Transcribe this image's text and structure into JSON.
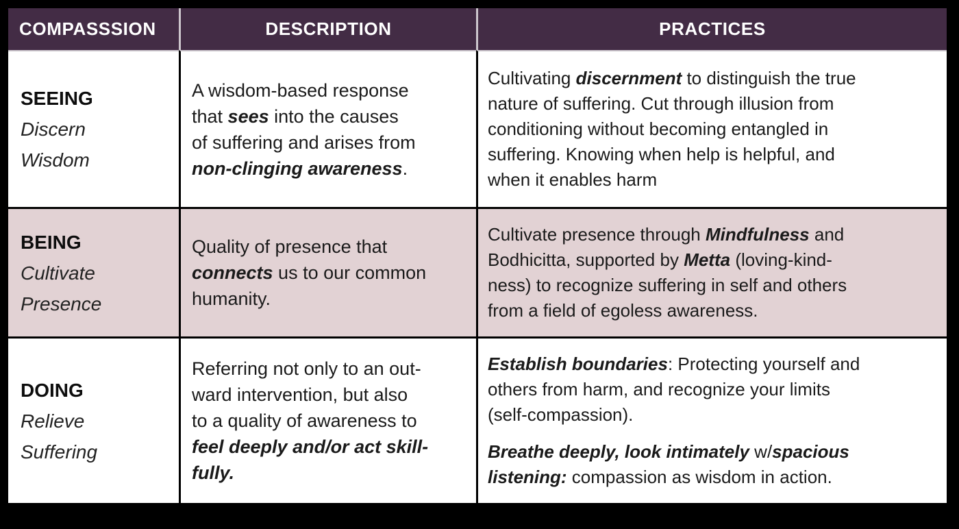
{
  "colors": {
    "page_bg": "#000000",
    "header_bg": "#432c45",
    "header_text": "#ffffff",
    "body_bg": "#ffffff",
    "row_highlight_bg": "#e2d2d4",
    "border_dark": "#000000",
    "border_light": "#cdc6cd",
    "text": "#1a1a1a"
  },
  "table": {
    "headers": [
      "COMPASSSION",
      "DESCRIPTION",
      "PRACTICES"
    ],
    "rows": [
      {
        "name": "SEEING",
        "subtitle": [
          "Discern",
          "Wisdom"
        ],
        "description": [
          {
            "lines": [
              [
                {
                  "t": "A wisdom-based response"
                }
              ],
              [
                {
                  "t": "that "
                },
                {
                  "t": "sees",
                  "em": true
                },
                {
                  "t": " into the causes"
                }
              ],
              [
                {
                  "t": "of suffering and arises from"
                }
              ],
              [
                {
                  "t": "non-clinging awareness",
                  "em": true
                },
                {
                  "t": "."
                }
              ]
            ]
          }
        ],
        "practices": [
          {
            "lines": [
              [
                {
                  "t": "Cultivating "
                },
                {
                  "t": "discernment",
                  "em": true
                },
                {
                  "t": " to distinguish the true"
                }
              ],
              [
                {
                  "t": "nature of suffering. Cut through illusion from"
                }
              ],
              [
                {
                  "t": "conditioning without becoming entangled in"
                }
              ],
              [
                {
                  "t": "suffering. Knowing when help is helpful, and"
                }
              ],
              [
                {
                  "t": "when it enables harm"
                }
              ]
            ]
          }
        ]
      },
      {
        "name": "BEING",
        "subtitle": [
          "Cultivate",
          "Presence"
        ],
        "description": [
          {
            "lines": [
              [
                {
                  "t": "Quality of presence that"
                }
              ],
              [
                {
                  "t": "connects",
                  "em": true
                },
                {
                  "t": " us to our common"
                }
              ],
              [
                {
                  "t": "humanity."
                }
              ]
            ]
          }
        ],
        "practices": [
          {
            "lines": [
              [
                {
                  "t": "Cultivate presence through "
                },
                {
                  "t": "Mindfulness",
                  "em": true
                },
                {
                  "t": " and"
                }
              ],
              [
                {
                  "t": "Bodhicitta, supported by "
                },
                {
                  "t": "Metta",
                  "em": true
                },
                {
                  "t": " (loving-kind-"
                }
              ],
              [
                {
                  "t": "ness) to recognize suffering in self and others"
                }
              ],
              [
                {
                  "t": "from a field of egoless awareness."
                }
              ]
            ]
          }
        ]
      },
      {
        "name": "DOING",
        "subtitle": [
          "Relieve",
          "Suffering"
        ],
        "description": [
          {
            "lines": [
              [
                {
                  "t": "Referring not only to an out-"
                }
              ],
              [
                {
                  "t": "ward intervention, but also"
                }
              ],
              [
                {
                  "t": "to a quality of awareness to"
                }
              ],
              [
                {
                  "t": "feel deeply and/or act skill-",
                  "em": true
                }
              ],
              [
                {
                  "t": "fully.",
                  "em": true
                }
              ]
            ]
          }
        ],
        "practices": [
          {
            "lines": [
              [
                {
                  "t": "Establish boundaries",
                  "em": true
                },
                {
                  "t": ": Protecting yourself and"
                }
              ],
              [
                {
                  "t": "others from harm, and recognize your limits"
                }
              ],
              [
                {
                  "t": "(self-compassion)."
                }
              ]
            ]
          },
          {
            "lines": [
              [
                {
                  "t": "Breathe deeply, look intimately",
                  "em": true
                },
                {
                  "t": " w/"
                },
                {
                  "t": "spacious",
                  "em": true
                }
              ],
              [
                {
                  "t": "listening:",
                  "em": true
                },
                {
                  "t": " compassion as wisdom in action."
                }
              ]
            ]
          }
        ]
      }
    ]
  }
}
